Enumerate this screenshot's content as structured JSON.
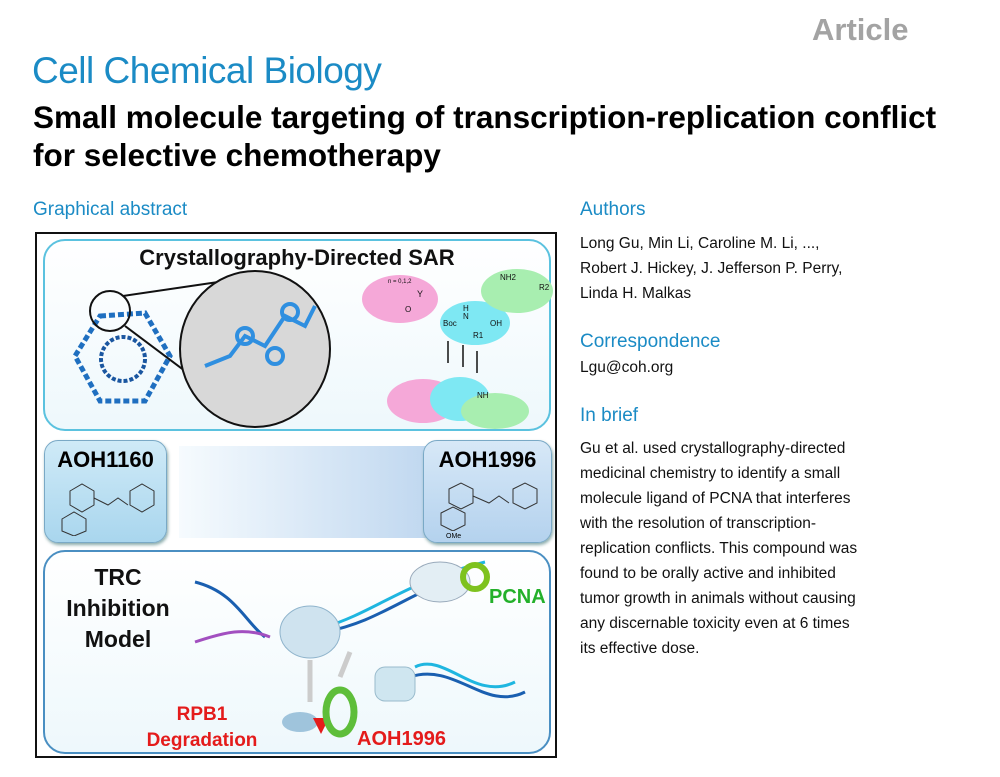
{
  "header": {
    "article_type": "Article",
    "journal": "Cell Chemical Biology",
    "title": "Small molecule targeting of transcription-replication conflict for selective chemotherapy"
  },
  "graphical_abstract": {
    "heading": "Graphical abstract",
    "panel_sar": {
      "title": "Crystallography-Directed SAR",
      "fragments": [
        "n = 0,1,2",
        "Y",
        "O",
        "Boc",
        "H",
        "N",
        "OH",
        "R1",
        "NH2",
        "R2",
        "NH"
      ]
    },
    "panel_compounds": {
      "start": "AOH1160",
      "end": "AOH1996",
      "substituent": "OMe"
    },
    "panel_model": {
      "title_lines": [
        "TRC",
        "Inhibition",
        "Model"
      ],
      "pcna_label": "PCNA",
      "degradation_lines": [
        "RPB1",
        "Degradation"
      ],
      "compound_label": "AOH1996"
    },
    "colors": {
      "accent": "#1b8bc5",
      "red": "#e41b1b",
      "green": "#23b02a"
    }
  },
  "sidebar": {
    "authors_heading": "Authors",
    "authors_lines": [
      "Long Gu, Min Li, Caroline M. Li, ...,",
      "Robert J. Hickey, J. Jefferson P. Perry,",
      "Linda H. Malkas"
    ],
    "correspondence_heading": "Correspondence",
    "email": "Lgu@coh.org",
    "in_brief_heading": "In brief",
    "in_brief_lines": [
      "Gu et al. used crystallography-directed",
      "medicinal chemistry to identify a small",
      "molecule ligand of PCNA that interferes",
      "with the resolution of transcription-",
      "replication conflicts. This compound was",
      "found to be orally active and inhibited",
      "tumor growth in animals without causing",
      "any discernable toxicity even at 6 times",
      "its effective dose."
    ]
  }
}
